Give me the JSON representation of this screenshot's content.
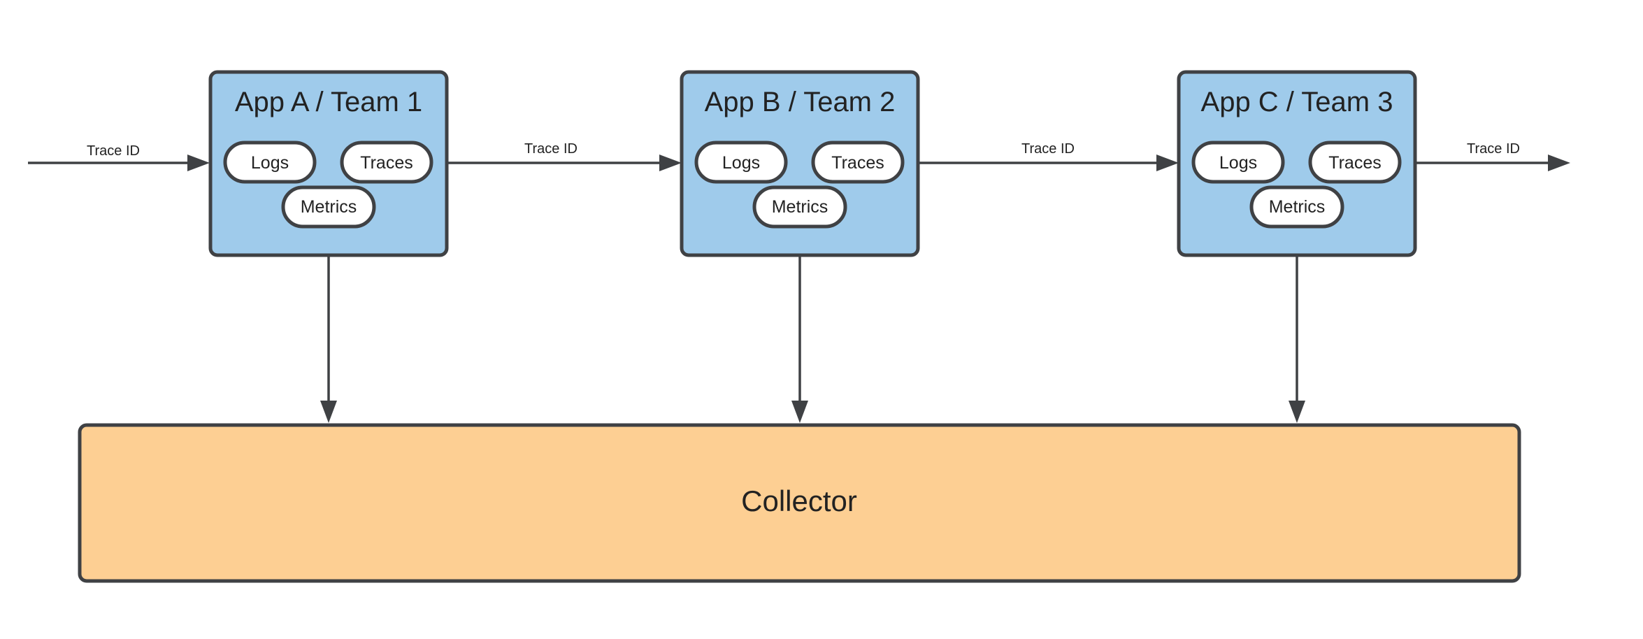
{
  "apps": [
    {
      "title": "App A / Team 1",
      "chips": {
        "logs": "Logs",
        "traces": "Traces",
        "metrics": "Metrics"
      }
    },
    {
      "title": "App B / Team 2",
      "chips": {
        "logs": "Logs",
        "traces": "Traces",
        "metrics": "Metrics"
      }
    },
    {
      "title": "App C / Team 3",
      "chips": {
        "logs": "Logs",
        "traces": "Traces",
        "metrics": "Metrics"
      }
    }
  ],
  "edges": [
    {
      "label": "Trace ID"
    },
    {
      "label": "Trace ID"
    },
    {
      "label": "Trace ID"
    },
    {
      "label": "Trace ID"
    }
  ],
  "collector": {
    "label": "Collector"
  },
  "colors": {
    "app_fill": "#9fcbeb",
    "collector_fill": "#fdcf93",
    "stroke": "#3f4144",
    "chip_fill": "#ffffff"
  }
}
